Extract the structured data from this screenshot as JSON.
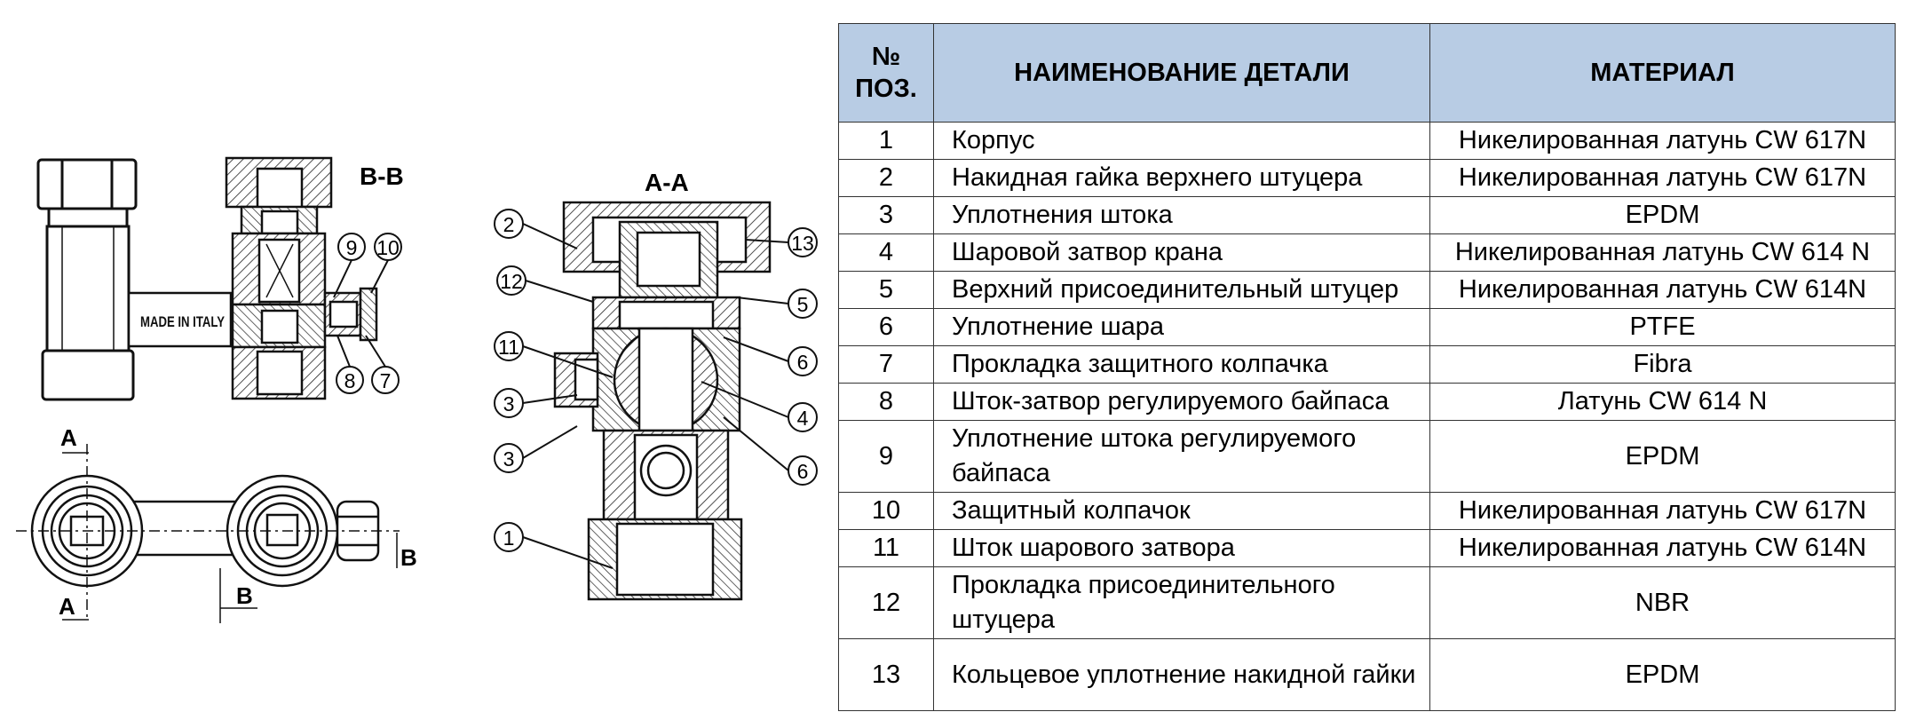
{
  "drawing": {
    "section_bb": "B-B",
    "section_aa": "A-A",
    "made_in": "MADE IN ITALY",
    "mark_a": "A",
    "mark_b": "B",
    "callouts_left": [
      "9",
      "10",
      "8",
      "7"
    ],
    "callouts_right": [
      "2",
      "13",
      "12",
      "5",
      "11",
      "6",
      "3",
      "4",
      "3",
      "6",
      "1"
    ]
  },
  "table": {
    "headers": {
      "pos_line1": "№",
      "pos_line2": "ПОЗ.",
      "name": "НАИМЕНОВАНИЕ ДЕТАЛИ",
      "material": "МАТЕРИАЛ"
    },
    "rows": [
      {
        "num": "1",
        "name": "Корпус",
        "material": "Никелированная латунь CW 617N"
      },
      {
        "num": "2",
        "name": "Накидная гайка верхнего штуцера",
        "material": "Никелированная латунь CW 617N"
      },
      {
        "num": "3",
        "name": "Уплотнения штока",
        "material": "EPDM"
      },
      {
        "num": "4",
        "name": "Шаровой затвор крана",
        "material": "Никелированная латунь CW 614 N"
      },
      {
        "num": "5",
        "name": "Верхний присоединительный штуцер",
        "material": "Никелированная латунь CW 614N"
      },
      {
        "num": "6",
        "name": "Уплотнение шара",
        "material": "PTFE"
      },
      {
        "num": "7",
        "name": "Прокладка защитного колпачка",
        "material": "Fibra"
      },
      {
        "num": "8",
        "name": "Шток-затвор регулируемого байпаса",
        "material": "Латунь CW 614 N"
      },
      {
        "num": "9",
        "name": "Уплотнение штока регулируемого байпаса",
        "material": "EPDM"
      },
      {
        "num": "10",
        "name": "Защитный колпачок",
        "material": "Никелированная латунь CW 617N"
      },
      {
        "num": "11",
        "name": "Шток шарового затвора",
        "material": "Никелированная латунь CW 614N"
      },
      {
        "num": "12",
        "name": "Прокладка присоединительного штуцера",
        "material": "NBR"
      },
      {
        "num": "13",
        "name": "Кольцевое уплотнение накидной гайки",
        "material": "EPDM"
      }
    ]
  }
}
